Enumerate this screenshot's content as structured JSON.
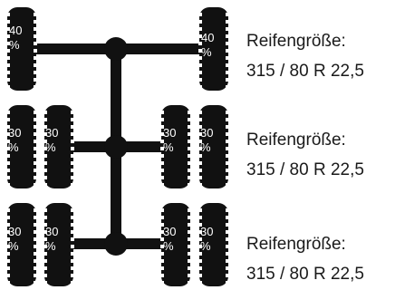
{
  "axles": [
    {
      "name": "front",
      "tire_load": [
        "40",
        "%"
      ],
      "tires_per_side": 1,
      "size_heading": "Reifengröße:",
      "size_value": "315 / 80 R 22,5"
    },
    {
      "name": "middle",
      "tire_load": [
        "30",
        "%"
      ],
      "tires_per_side": 2,
      "size_heading": "Reifengröße:",
      "size_value": "315 / 80 R 22,5"
    },
    {
      "name": "rear",
      "tire_load": [
        "30",
        "%"
      ],
      "tires_per_side": 2,
      "size_heading": "Reifengröße:",
      "size_value": "315 / 80 R 22,5"
    }
  ],
  "colors": {
    "tire": "#111111",
    "axle": "#111111",
    "label_text": "#ffffff",
    "size_text": "#1a1a1a"
  },
  "icons": {
    "tire": "tire-icon",
    "hub": "hub-joint-icon"
  }
}
